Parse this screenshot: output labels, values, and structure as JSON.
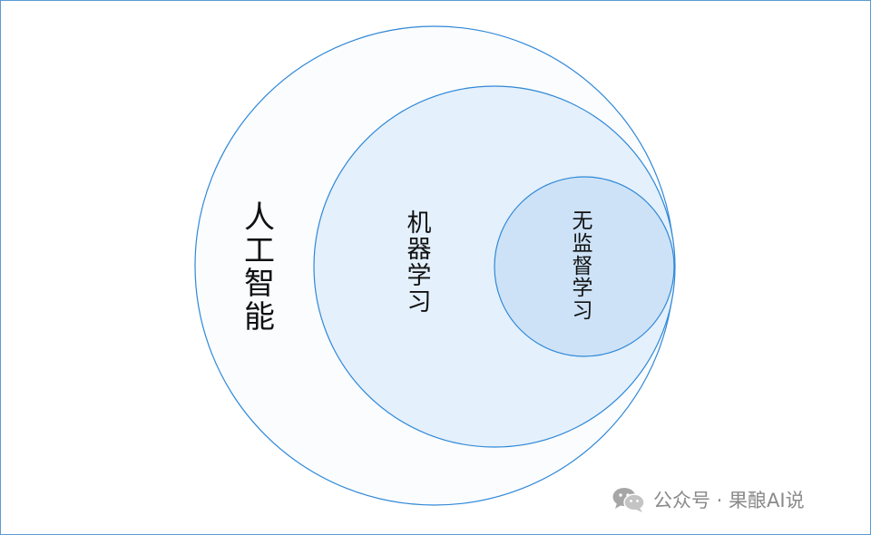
{
  "circles": [
    {
      "id": "ai",
      "label": "人工智能",
      "fill": "#fafcfe",
      "stroke": "#2f88d8"
    },
    {
      "id": "ml",
      "label": "机器学习",
      "fill": "#e4f0fb",
      "stroke": "#2f88d8"
    },
    {
      "id": "ul",
      "label": "无监督学习",
      "fill": "#cde2f7",
      "stroke": "#2f88d8"
    }
  ],
  "watermark": {
    "text": "公众号 · 果酿AI说",
    "icon": "wechat-icon",
    "color": "#8a8a8a"
  },
  "frame_color": "#5b9bd5"
}
